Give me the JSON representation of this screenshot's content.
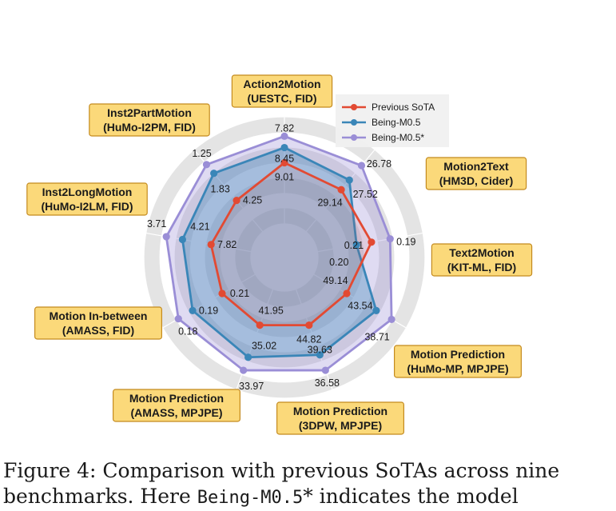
{
  "chart_data": {
    "type": "radar",
    "axes": [
      {
        "label_line1": "Action2Motion",
        "label_line2": "(UESTC, FID)"
      },
      {
        "label_line1": "Motion2Text",
        "label_line2": "(HM3D, Cider)"
      },
      {
        "label_line1": "Text2Motion",
        "label_line2": "(KIT-ML, FID)"
      },
      {
        "label_line1": "Motion Prediction",
        "label_line2": "(HuMo-MP, MPJPE)"
      },
      {
        "label_line1": "Motion Prediction",
        "label_line2": "(3DPW, MPJPE)"
      },
      {
        "label_line1": "Motion Prediction",
        "label_line2": "(AMASS, MPJPE)"
      },
      {
        "label_line1": "Motion In-between",
        "label_line2": "(AMASS, FID)"
      },
      {
        "label_line1": "Inst2LongMotion",
        "label_line2": "(HuMo-I2LM, FID)"
      },
      {
        "label_line1": "Inst2PartMotion",
        "label_line2": "(HuMo-I2PM, FID)"
      }
    ],
    "series": [
      {
        "name": "Previous SoTA",
        "color": "#e24a33",
        "values": [
          9.01,
          29.14,
          0.21,
          49.14,
          44.82,
          41.95,
          0.21,
          7.82,
          4.25
        ],
        "relative_radius": [
          0.75,
          0.7,
          0.7,
          0.57,
          0.57,
          0.57,
          0.57,
          0.59,
          0.59
        ]
      },
      {
        "name": "Being-M0.5",
        "color": "#3a86b8",
        "values": [
          8.45,
          27.52,
          0.2,
          43.54,
          39.63,
          35.02,
          0.19,
          4.21,
          1.83
        ],
        "relative_radius": [
          0.87,
          0.8,
          0.58,
          0.84,
          0.82,
          0.84,
          0.84,
          0.82,
          0.87
        ]
      },
      {
        "name": "Being-M0.5*",
        "color": "#9a8ed6",
        "values": [
          7.82,
          26.78,
          0.19,
          38.71,
          36.58,
          33.97,
          0.18,
          3.71,
          1.25
        ],
        "relative_radius": [
          0.96,
          0.95,
          0.85,
          0.98,
          0.95,
          0.95,
          0.97,
          0.95,
          0.96
        ]
      }
    ],
    "legend_position": "top-right",
    "grid": true
  },
  "caption": {
    "line1": "Figure 4:  Comparison with previous SoTAs across nine",
    "line2_start": "benchmarks.  Here ",
    "line2_mono": "Being-M0.5",
    "line2_end": "* indicates the model"
  }
}
